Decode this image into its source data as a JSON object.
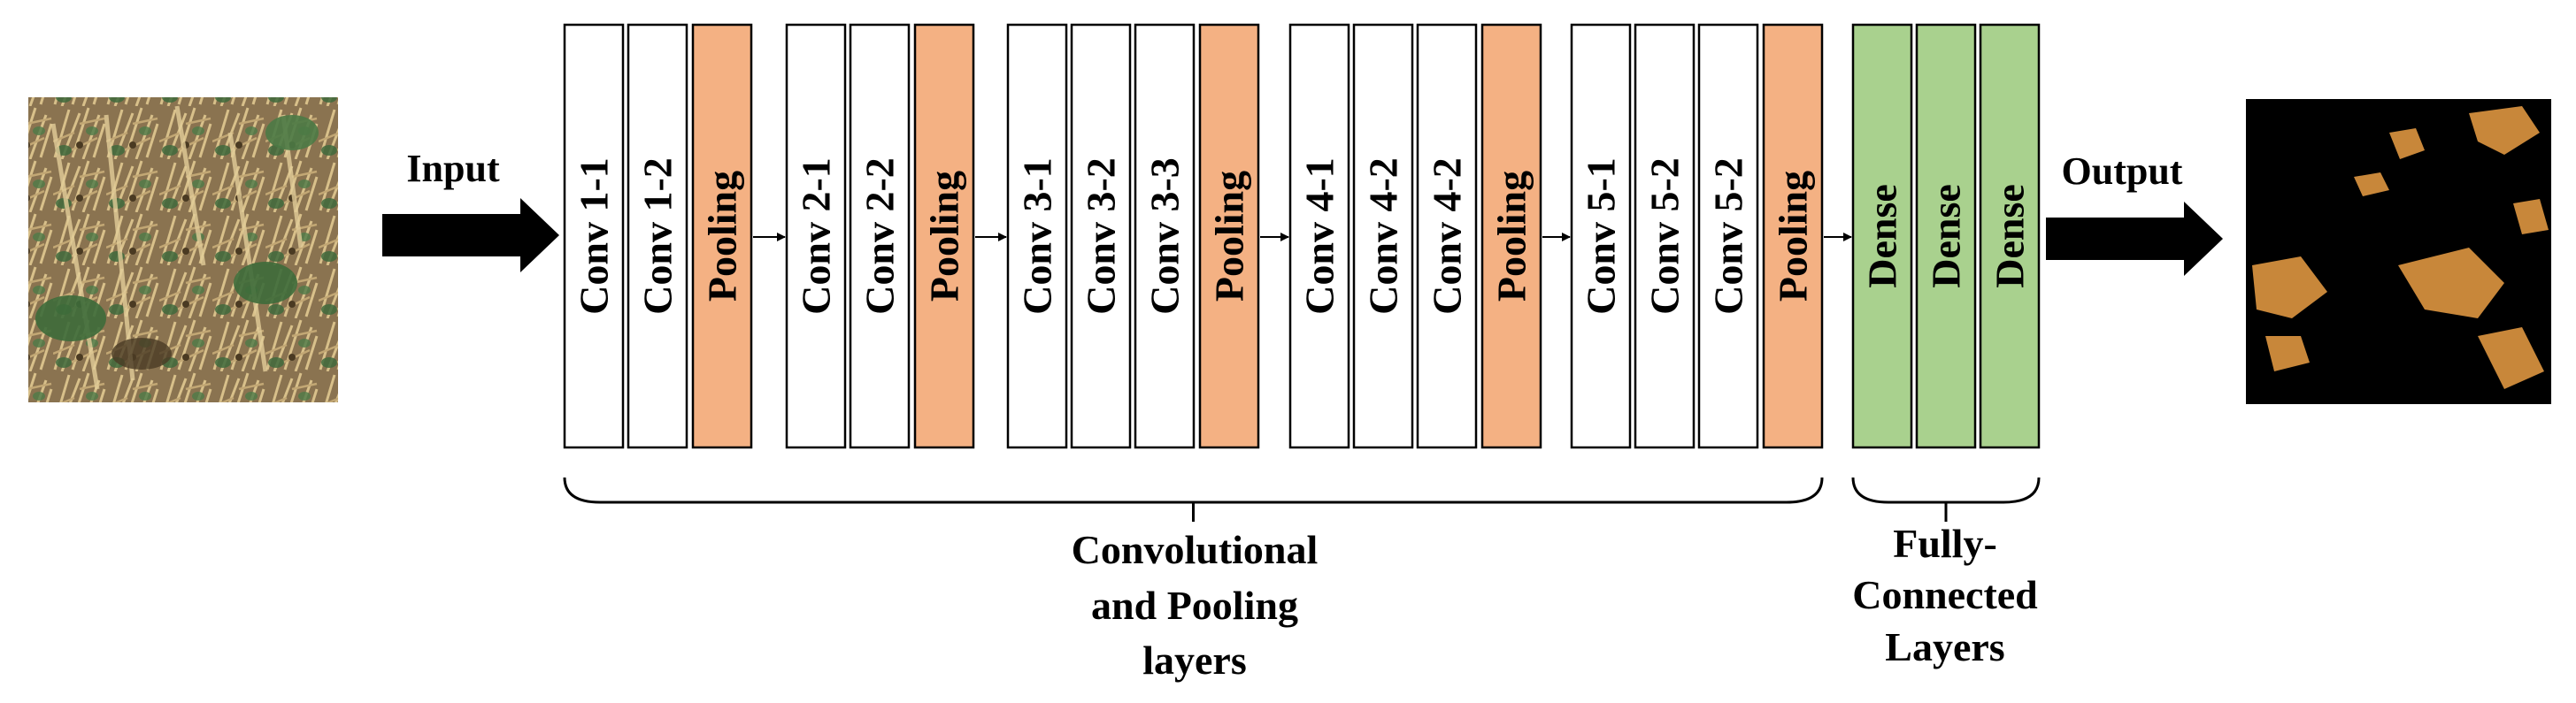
{
  "input_label": "Input",
  "output_label": "Output",
  "layers": [
    {
      "label": "Conv 1-1",
      "kind": "conv"
    },
    {
      "label": "Conv 1-2",
      "kind": "conv"
    },
    {
      "label": "Pooling",
      "kind": "pool"
    },
    {
      "label": "Conv 2-1",
      "kind": "conv"
    },
    {
      "label": "Conv 2-2",
      "kind": "conv"
    },
    {
      "label": "Pooling",
      "kind": "pool"
    },
    {
      "label": "Conv 3-1",
      "kind": "conv"
    },
    {
      "label": "Conv 3-2",
      "kind": "conv"
    },
    {
      "label": "Conv 3-3",
      "kind": "conv"
    },
    {
      "label": "Pooling",
      "kind": "pool"
    },
    {
      "label": "Conv 4-1",
      "kind": "conv"
    },
    {
      "label": "Conv 4-2",
      "kind": "conv"
    },
    {
      "label": "Conv 4-2",
      "kind": "conv"
    },
    {
      "label": "Pooling",
      "kind": "pool"
    },
    {
      "label": "Conv  5-1",
      "kind": "conv"
    },
    {
      "label": "Conv 5-2",
      "kind": "conv"
    },
    {
      "label": "Conv 5-2",
      "kind": "conv"
    },
    {
      "label": "Pooling",
      "kind": "pool"
    },
    {
      "label": "Dense",
      "kind": "dense"
    },
    {
      "label": "Dense",
      "kind": "dense"
    },
    {
      "label": "Dense",
      "kind": "dense"
    }
  ],
  "groups": {
    "conv": {
      "lines": [
        "Convolutional",
        "and Pooling",
        "layers"
      ]
    },
    "fc": {
      "lines": [
        "Fully-",
        "Connected",
        "Layers"
      ]
    }
  },
  "colors": {
    "conv": "#ffffff",
    "pool": "#f4b183",
    "dense": "#a9d18e",
    "stroke": "#000000",
    "output_bg": "#000000",
    "output_seg": "#c8873a"
  }
}
